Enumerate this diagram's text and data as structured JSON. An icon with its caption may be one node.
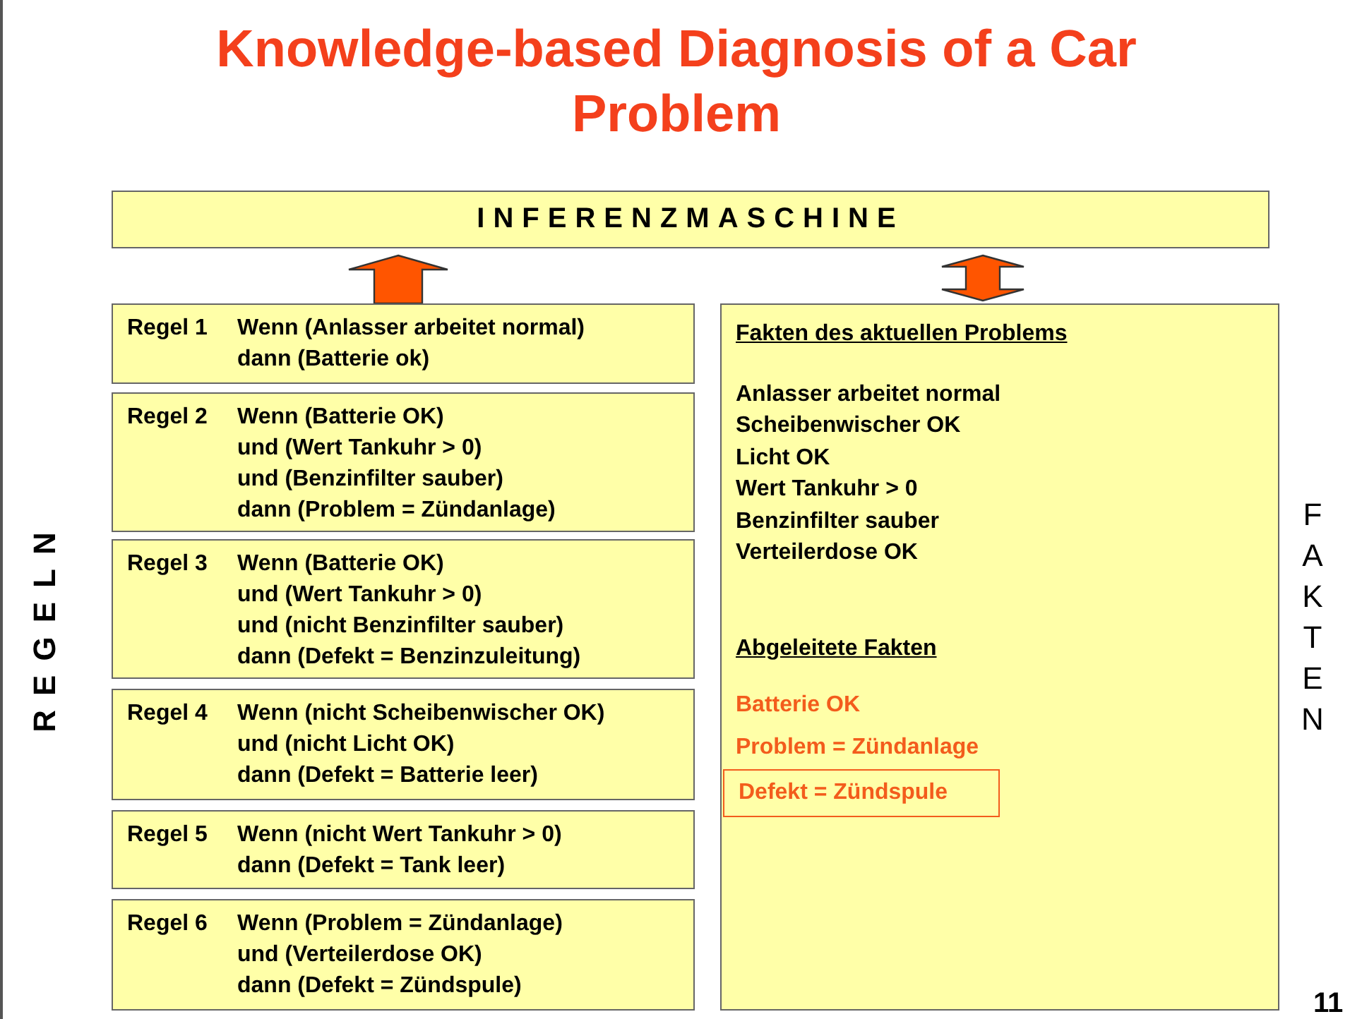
{
  "diagram": {
    "title": "Knowledge-based Diagnosis of a Car Problem",
    "nodes": [
      {
        "text": [
          "INFERENZMASCHINE"
        ]
      },
      {
        "text": [
          "Regel 1",
          "Wenn (Anlasser arbeitet normal)",
          "dann (Batterie ok)"
        ]
      },
      {
        "text": [
          "Regel 2",
          "Wenn (Batterie OK)",
          "und (Wert Tankuhr > 0)",
          "und (Benzinfilter sauber)",
          "dann (Problem = Zündanlage)"
        ]
      },
      {
        "text": [
          "Regel 3",
          "Wenn (Batterie OK)",
          "und (Wert Tankuhr > 0)",
          "und (nicht Benzinfilter sauber)",
          "dann (Defekt = Benzinzuleitung)"
        ]
      },
      {
        "text": [
          "Regel 4",
          "Wenn (nicht Scheibenwischer OK)",
          "und (nicht Licht OK)",
          "dann (Defekt = Batterie leer)"
        ]
      },
      {
        "text": [
          "Regel 5",
          "Wenn (nicht Wert Tankuhr > 0)",
          "dann (Defekt = Tank leer)"
        ]
      },
      {
        "text": [
          "Regel 6",
          "Wenn (Problem = Zündanlage)",
          "und (Verteilerdose OK)",
          "dann (Defekt = Zündspule)"
        ]
      },
      {
        "text": [
          "Fakten des aktuellen Problems",
          "Anlasser arbeitet normal",
          "Scheibenwischer OK",
          "Licht OK",
          "Wert Tankuhr > 0",
          "Benzinfilter sauber",
          "Verteilerdose OK",
          "Abgeleitete Fakten",
          "Batterie OK",
          "Problem = Zündanlage"
        ]
      },
      {
        "text": [
          "Defekt = Zündspule"
        ],
        "in": 7
      }
    ],
    "edges": [
      {
        "from": 1,
        "to": 0,
        "arrow": "to"
      },
      {
        "from": 7,
        "to": 0,
        "arrow": "both"
      }
    ],
    "labels": [
      "REGELN",
      "FAKTEN",
      "11"
    ]
  }
}
